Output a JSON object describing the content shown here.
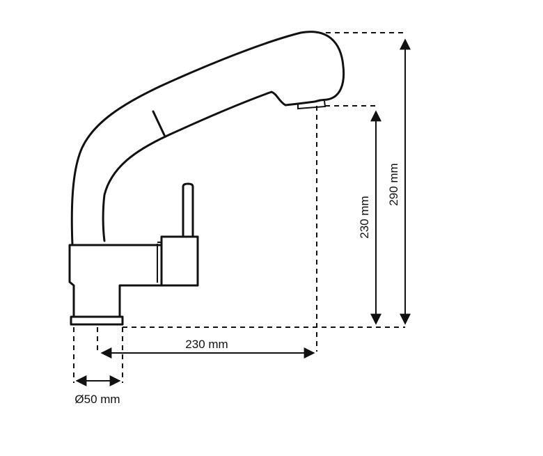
{
  "diagram": {
    "labels": {
      "height_total": "290 mm",
      "height_spout": "230 mm",
      "reach": "230 mm",
      "base_diameter": "Ø50 mm"
    }
  }
}
